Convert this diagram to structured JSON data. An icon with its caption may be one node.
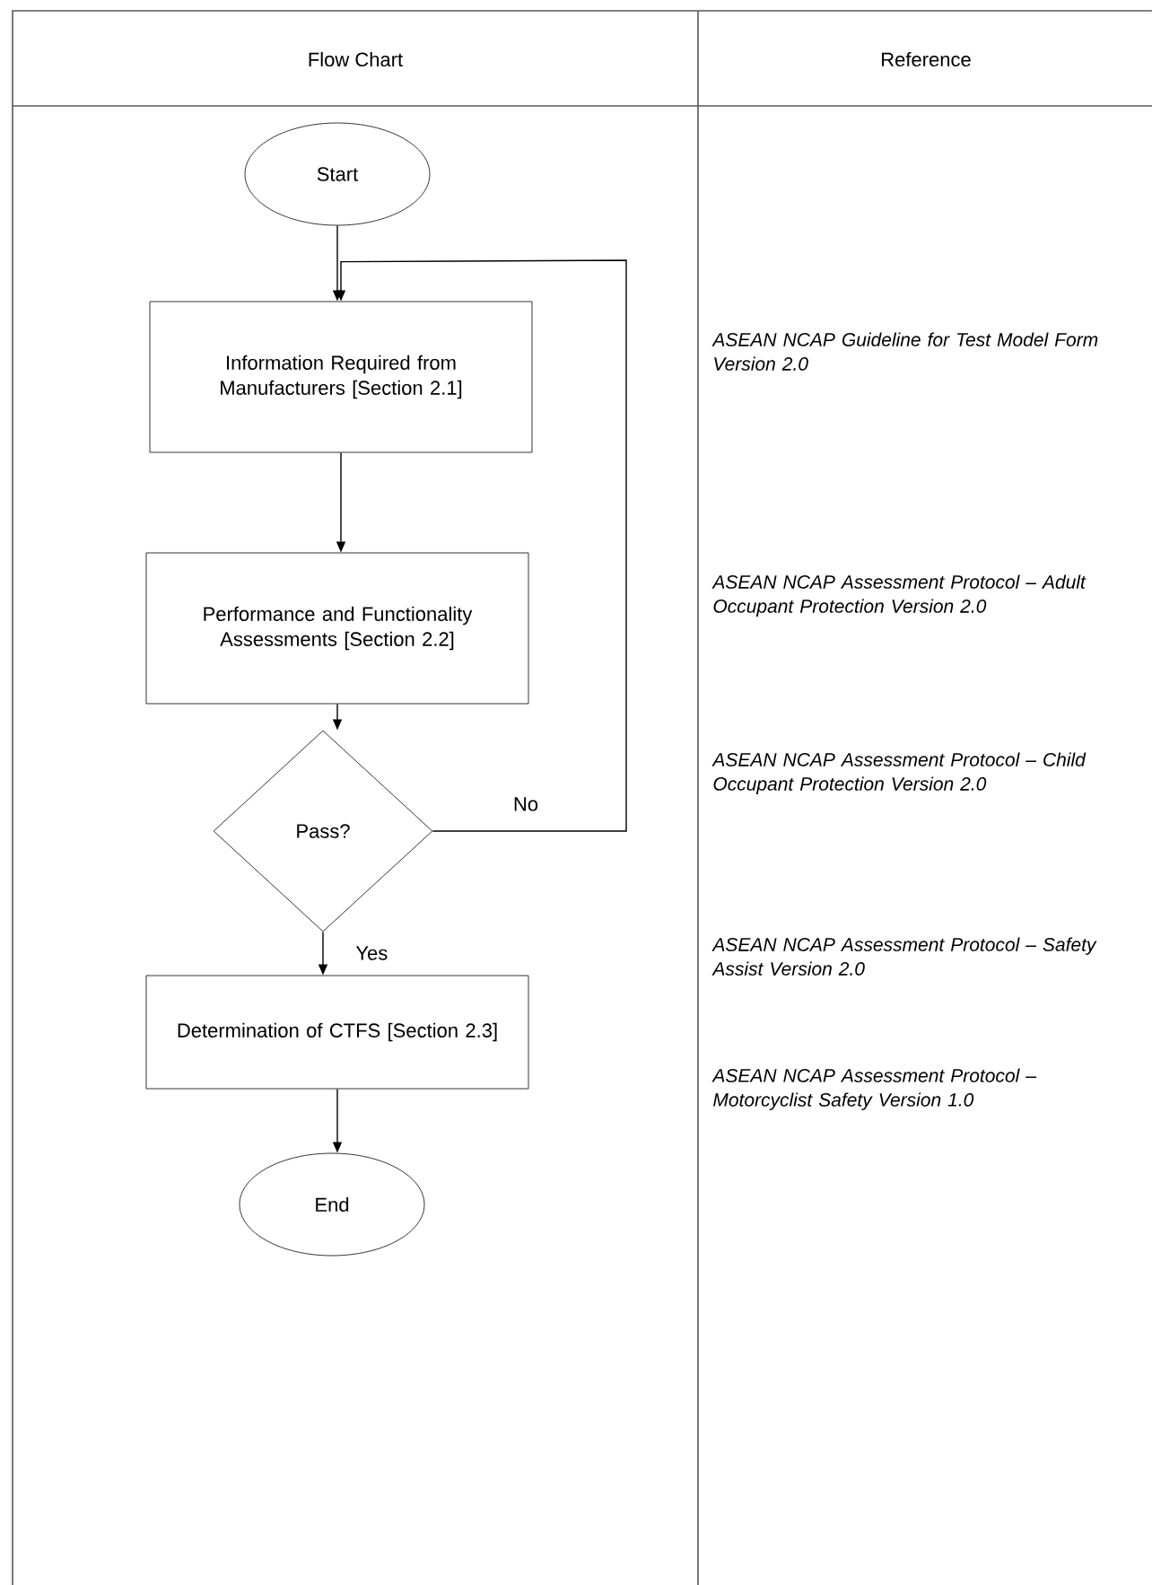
{
  "diagram": {
    "nodes": [
      {
        "text": [
          "Start"
        ]
      },
      {
        "text": [
          "Information Required from Manufacturers [Section 2.1]"
        ]
      },
      {
        "text": [
          "Performance and Functionality Assessments [Section 2.2]"
        ]
      },
      {
        "text": [
          "Pass?"
        ]
      },
      {
        "text": [
          "Determination of CTFS [Section 2.3]"
        ]
      },
      {
        "text": [
          "End"
        ]
      }
    ],
    "edges": [
      {
        "from": 0,
        "to": 1,
        "arrow": "to"
      },
      {
        "from": 1,
        "to": 2,
        "arrow": "to"
      },
      {
        "from": 2,
        "to": 3,
        "arrow": "to"
      },
      {
        "from": 3,
        "to": 1,
        "arrow": "to",
        "label": "No"
      },
      {
        "from": 3,
        "to": 4,
        "arrow": "to",
        "label": "Yes"
      },
      {
        "from": 4,
        "to": 5,
        "arrow": "to"
      }
    ],
    "labels": [
      "Flow Chart",
      "Reference",
      "ASEAN NCAP Guideline for Test Model Form Version 2.0",
      "ASEAN NCAP Assessment Protocol – Adult Occupant Protection Version 2.0",
      "ASEAN NCAP Assessment Protocol – Child Occupant Protection Version 2.0",
      "ASEAN NCAP Assessment Protocol – Safety Assist Version 2.0",
      "ASEAN NCAP Assessment Protocol – Motorcyclist Safety Version 1.0"
    ]
  }
}
